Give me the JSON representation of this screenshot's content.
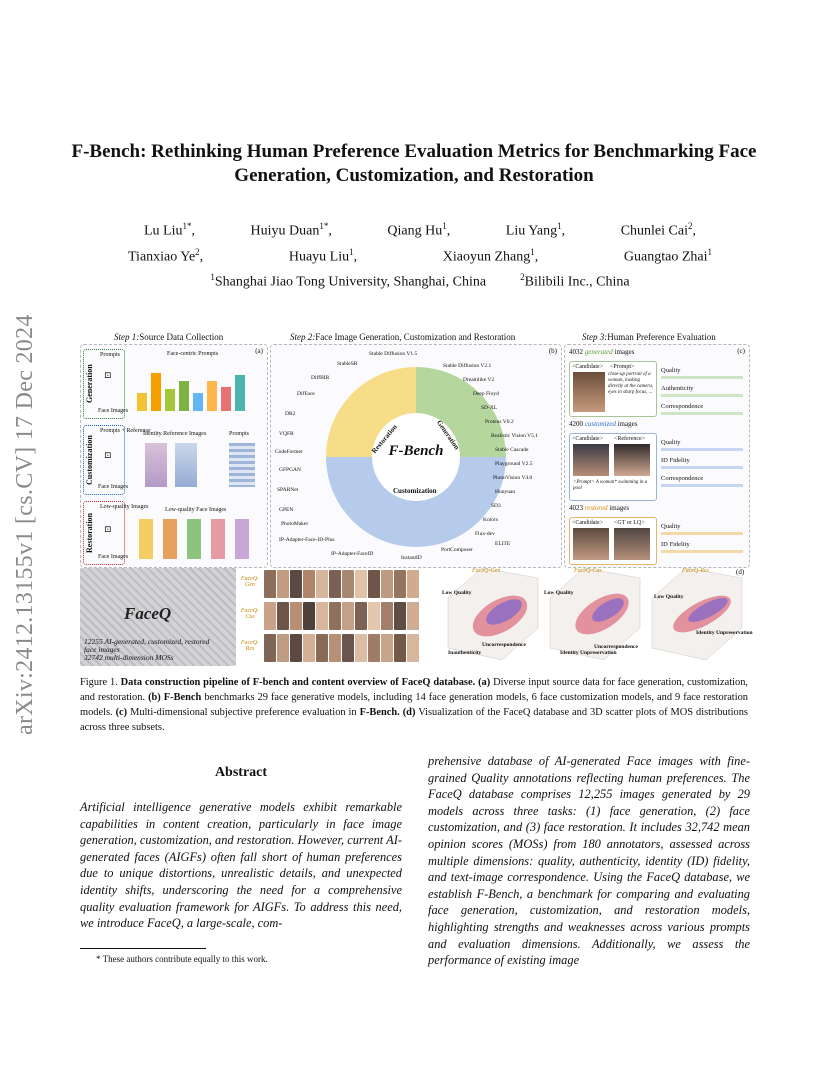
{
  "arxiv_id": "arXiv:2412.13155v1  [cs.CV]  17 Dec 2024",
  "title": "F-Bench: Rethinking Human Preference Evaluation Metrics for Benchmarking Face Generation, Customization, and Restoration",
  "authors_row1": [
    "Lu Liu",
    "Huiyu Duan",
    "Qiang Hu",
    "Liu Yang",
    "Chunlei Cai"
  ],
  "authors_row1_sup": [
    "1*",
    "1*",
    "1",
    "1",
    "2"
  ],
  "authors_row2": [
    "Tianxiao Ye",
    "Huayu Liu",
    "Xiaoyun Zhang",
    "Guangtao Zhai"
  ],
  "authors_row2_sup": [
    "2",
    "1",
    "1",
    "1"
  ],
  "affiliations": [
    {
      "sup": "1",
      "text": "Shanghai Jiao Tong University, Shanghai, China"
    },
    {
      "sup": "2",
      "text": "Bilibili Inc., China"
    }
  ],
  "figure": {
    "step1": "Source Data Collection",
    "step2": "Face Image Generation, Customization and Restoration",
    "step3": "Human Preference Evaluation",
    "step1_prefix": "Step 1:",
    "step2_prefix": "Step 2:",
    "step3_prefix": "Step 3:",
    "tags": [
      "(a)",
      "(b)",
      "(c)",
      "(d)"
    ],
    "rows": [
      "Generation",
      "Customization",
      "Restoration"
    ],
    "a_headers": [
      "Face-centric Prompts",
      "Identity Reference Images",
      "Prompts",
      "Low-quality Face Images"
    ],
    "a_flow": [
      "Prompts",
      "Face Images",
      "Prompts + Reference",
      "Face Images",
      "Low-quality Images",
      "Face Images"
    ],
    "center_title": "F-Bench",
    "arc_labels": [
      "Restoration",
      "Generation",
      "Customization"
    ],
    "models": [
      "Stable Diffusion V1.5",
      "Stable Diffusion V2.1",
      "Dreamlike V2",
      "Deep Floyd",
      "SD-XL",
      "Proteus V0.2",
      "Realistic Vision V5.1",
      "Stable Cascade",
      "Playground V2.5",
      "PhotoVision V4.0",
      "Hunyuan",
      "SD3",
      "Kolors",
      "Flux-dev",
      "PortComposer",
      "InstantID",
      "IP-Adapter-FaceID",
      "IP-Adapter-Face-ID-Plus",
      "PhotoMaker",
      "GPEN",
      "SPARNet",
      "GFPGAN",
      "CodeFormer",
      "VQFR",
      "DR2",
      "DifFace",
      "DiffBIR",
      "StableSR",
      "ELITE"
    ],
    "c_blocks": [
      {
        "count": "4032",
        "kind": "generated",
        "suffix": "images",
        "dims": [
          "Quality",
          "Authenticity",
          "Correspondence"
        ]
      },
      {
        "count": "4200",
        "kind": "customized",
        "suffix": "images",
        "dims": [
          "Quality",
          "ID Fidelity",
          "Correspondence"
        ]
      },
      {
        "count": "4023",
        "kind": "restored",
        "suffix": "images",
        "dims": [
          "Quality",
          "ID Fidelity"
        ]
      }
    ],
    "c_tags": [
      "<Candidate>",
      "<Prompt>",
      "<Candidate>",
      "<Reference>",
      "<Candidate>",
      "<GT or LQ>"
    ],
    "c_prompt1": "close-up portrait of a woman, looking directly at the camera, eyes in sharp focus, ...",
    "c_prompt2": "<Prompt> A woman* swimming in a pool",
    "faceq_title": "FaceQ",
    "faceq_line1": "12255 AI-generated, customized, restored",
    "faceq_line2": "face images",
    "faceq_line3": "32742 multi-dimension MOSs",
    "d_rows": [
      "FaceQ-Gen",
      "FaceQ-Cus",
      "FaceQ-Res"
    ],
    "d_scatter_titles": [
      "FaceQ-Gen",
      "FaceQ-Cus",
      "FaceQ-Res"
    ],
    "d_scatter_notes": [
      "Low Quality",
      "Inauthenticity",
      "Uncorrespondence",
      "Low Quality",
      "Identity Unpreservation",
      "Uncorrespondence",
      "Low Quality",
      "Identity Unpreservation"
    ]
  },
  "caption": {
    "fig": "Figure 1.",
    "lead": "Data construction pipeline of F-bench and content overview of FaceQ database.",
    "a": "(a)",
    "a_text": "Diverse input source data for face generation, customization, and restoration.",
    "b": "(b) F-Bench",
    "b_text": "benchmarks 29 face generative models, including 14 face generation models, 6 face customization models, and 9 face restoration models.",
    "c": "(c)",
    "c_text": "Multi-dimensional subjective preference evaluation in",
    "c_end": "F-Bench.",
    "d": "(d)",
    "d_text": "Visualization of the FaceQ database and 3D scatter plots of MOS distributions across three subsets."
  },
  "abstract_heading": "Abstract",
  "abstract_left": "Artificial intelligence generative models exhibit remarkable capabilities in content creation, particularly in face image generation, customization, and restoration. However, current AI-generated faces (AIGFs) often fall short of human preferences due to unique distortions, unrealistic details, and unexpected identity shifts, underscoring the need for a comprehensive quality evaluation framework for AIGFs. To address this need, we introduce FaceQ, a large-scale, com-",
  "abstract_right": "prehensive database of AI-generated Face images with fine-grained Quality annotations reflecting human preferences. The FaceQ database comprises 12,255 images generated by 29 models across three tasks: (1) face generation, (2) face customization, and (3) face restoration. It includes 32,742 mean opinion scores (MOSs) from 180 annotators, assessed across multiple dimensions: quality, authenticity, identity (ID) fidelity, and text-image correspondence. Using the FaceQ database, we establish F-Bench, a benchmark for comparing and evaluating face generation, customization, and restoration models, highlighting strengths and weaknesses across various prompts and evaluation dimensions. Additionally, we assess the performance of existing image",
  "footnote": "* These authors contribute equally to this work."
}
